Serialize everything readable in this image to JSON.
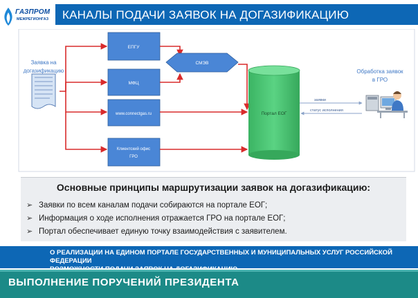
{
  "header": {
    "logo_word": "ГАЗПРОМ",
    "logo_sub": "МЕЖРЕГИОНГАЗ",
    "title": "КАНАЛЫ ПОДАЧИ ЗАЯВОК НА ДОГАЗИФИКАЦИЮ"
  },
  "diagram": {
    "request_label_1": "Заявка на",
    "request_label_2": "догазификацию",
    "nodes": {
      "epgu": "ЕПГУ",
      "mfc": "МФЦ",
      "site": "www.connectgas.ru",
      "office_1": "Клиентский офис",
      "office_2": "ГРО",
      "smev": "СМЭВ",
      "portal": "Портал ЕОГ"
    },
    "processing_label_1": "Обработка заявок",
    "processing_label_2": "в ГРО",
    "arrow_requests": "заявки",
    "arrow_status": "статус исполнения"
  },
  "principles": {
    "title": "Основные принципы маршрутизации заявок на догазификацию:",
    "items": [
      "Заявки по всем каналам подачи собираются на портале ЕОГ;",
      "Информация о ходе исполнения отражается ГРО на портале ЕОГ;",
      "Портал обеспечивает единую точку взаимодействия с заявителем."
    ]
  },
  "band": {
    "line_1": "О РЕАЛИЗАЦИИ НА ЕДИНОМ ПОРТАЛЕ ГОСУДАРСТВЕННЫХ И МУНИЦИПАЛЬНЫХ УСЛУГ РОССИЙСКОЙ ФЕДЕРАЦИИ",
    "line_2": "ВОЗМОЖНОСТИ ПОДАЧИ ЗАЯВОК НА ДОГАЗИФИКАЦИЮ"
  },
  "footer": {
    "text": "ВЫПОЛНЕНИЕ ПОРУЧЕНИЙ ПРЕЗИДЕНТА"
  },
  "colors": {
    "brand_blue": "#0d67b5",
    "node_blue": "#4a86d6",
    "portal_green": "#4cc374",
    "arrow_red": "#d92b2b",
    "footer_teal": "#1c8a87"
  }
}
